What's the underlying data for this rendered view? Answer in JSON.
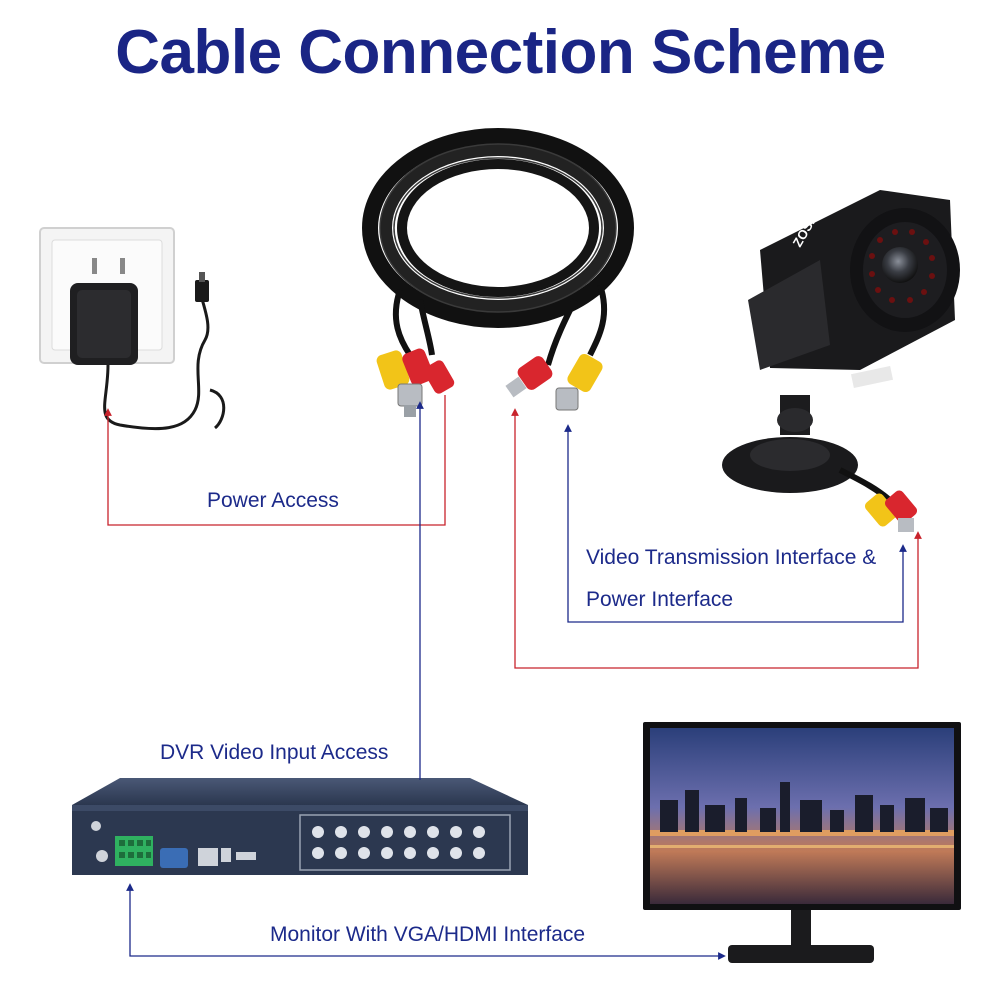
{
  "title": "Cable Connection Scheme",
  "labels": {
    "power_access": "Power Access",
    "video_transmission_line1": "Video Transmission Interface &",
    "video_transmission_line2": "Power Interface",
    "dvr_video_input": "DVR Video Input Access",
    "monitor": "Monitor With VGA/HDMI Interface"
  },
  "camera_brand": "ZOSI",
  "colors": {
    "title": "#1a2585",
    "label_text": "#1c2a8a",
    "power_line": "#c8232c",
    "video_line": "#1c2a8a",
    "connector_red": "#d9262e",
    "connector_yellow": "#f2c418",
    "dvr_body": "#25324a",
    "terminal_green": "#2fb160"
  }
}
